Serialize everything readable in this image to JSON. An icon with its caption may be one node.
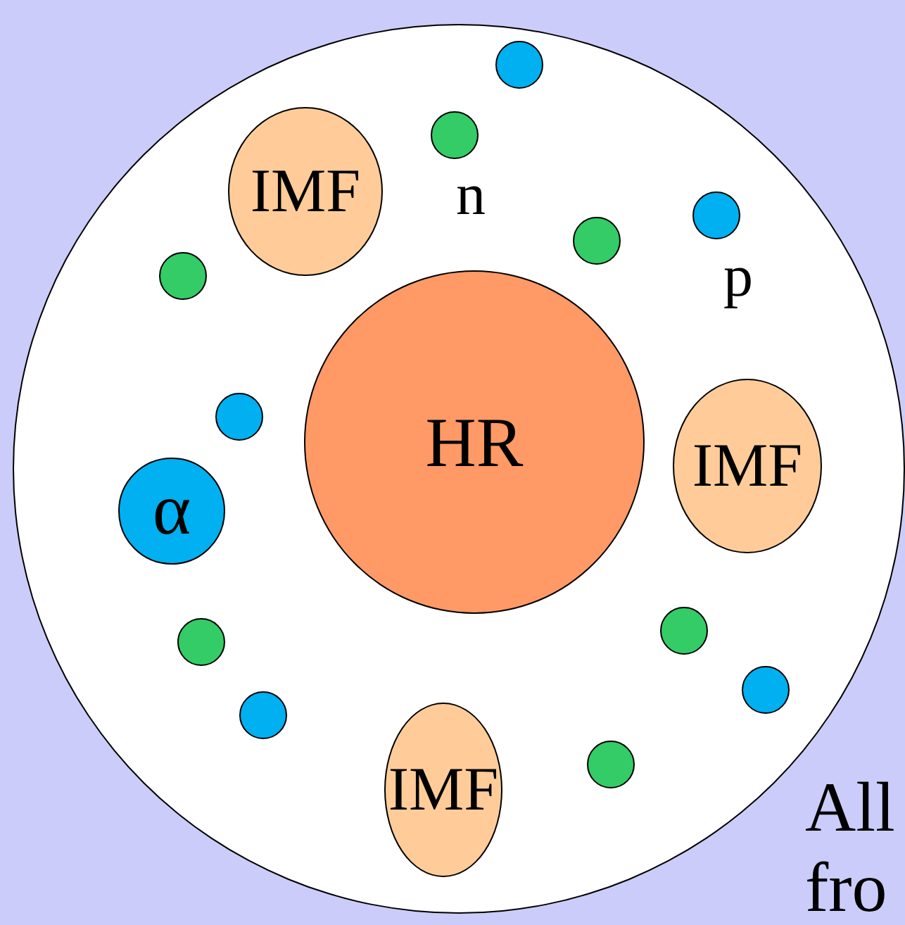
{
  "diagram": {
    "nodes": [
      {
        "text": [],
        "shape": "circle"
      },
      {
        "text": [
          "IMF"
        ],
        "in": 0
      },
      {
        "text": [
          "HR"
        ],
        "in": 0
      },
      {
        "text": [
          "IMF"
        ],
        "in": 0
      },
      {
        "text": [
          "α"
        ],
        "in": 0
      },
      {
        "text": [
          "IMF"
        ],
        "in": 0
      },
      {
        "text": [],
        "shape": "circle",
        "in": 0
      },
      {
        "text": [],
        "shape": "circle",
        "in": 0
      },
      {
        "text": [],
        "shape": "circle",
        "in": 0
      },
      {
        "text": [],
        "shape": "circle",
        "in": 0
      },
      {
        "text": [],
        "shape": "circle",
        "in": 0
      },
      {
        "text": [],
        "shape": "circle",
        "in": 0
      },
      {
        "text": [],
        "shape": "circle",
        "in": 0
      },
      {
        "text": [],
        "shape": "circle",
        "in": 0
      },
      {
        "text": [],
        "shape": "circle",
        "in": 0
      },
      {
        "text": [],
        "shape": "circle",
        "in": 0
      },
      {
        "text": [],
        "shape": "circle",
        "in": 0
      }
    ],
    "edges": [],
    "labels": [
      "n",
      "p",
      "All",
      "fro"
    ]
  }
}
